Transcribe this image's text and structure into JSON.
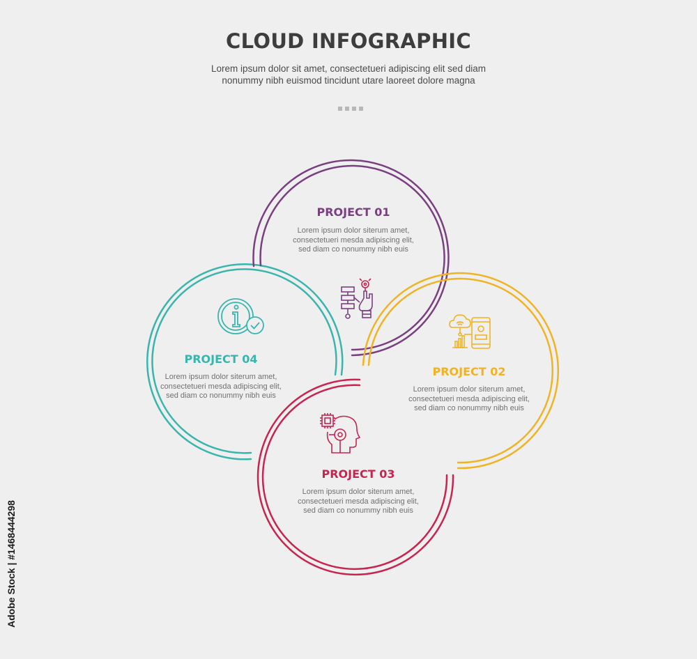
{
  "header": {
    "title": "CLOUD INFOGRAPHIC",
    "subtitle": "Lorem ipsum dolor sit amet, consectetueri adipiscing elit sed diam nonummy nibh euismod tincidunt utare laoreet dolore magna"
  },
  "projects": [
    {
      "title": "PROJECT 01",
      "body": "Lorem ipsum dolor siterum amet, consectetueri mesda adipiscing elit, sed diam co nonummy nibh euis",
      "color": "#7a3f80",
      "icon": "robot-hand-icon"
    },
    {
      "title": "PROJECT 02",
      "body": "Lorem ipsum dolor siterum amet, consectetueri mesda adipiscing elit, sed diam co nonummy nibh euis",
      "color": "#f0b323",
      "icon": "cloud-mobile-icon"
    },
    {
      "title": "PROJECT 03",
      "body": "Lorem ipsum dolor siterum amet, consectetueri mesda adipiscing elit, sed diam co nonummy nibh euis",
      "color": "#c8244f",
      "icon": "ai-head-chip-icon"
    },
    {
      "title": "PROJECT 04",
      "body": "Lorem ipsum dolor siterum amet, consectetueri mesda adipiscing elit, sed diam co nonummy nibh euis",
      "color": "#3ab5ad",
      "icon": "info-check-icon"
    }
  ],
  "watermark": "Adobe Stock | #1468444298"
}
